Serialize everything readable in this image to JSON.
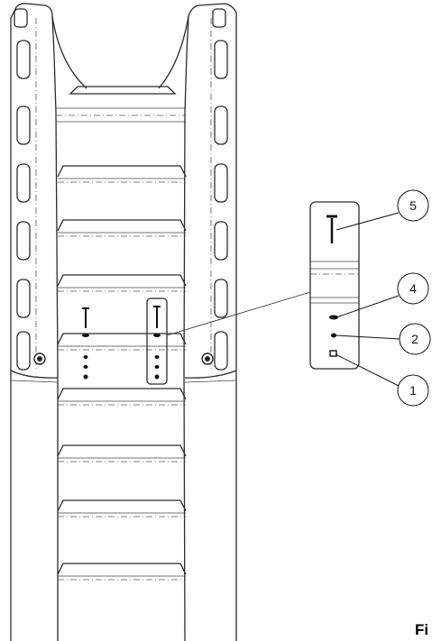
{
  "callouts": [
    {
      "id": "5",
      "label": "5"
    },
    {
      "id": "4",
      "label": "4"
    },
    {
      "id": "2",
      "label": "2"
    },
    {
      "id": "1",
      "label": "1"
    }
  ],
  "caption": "Fi"
}
